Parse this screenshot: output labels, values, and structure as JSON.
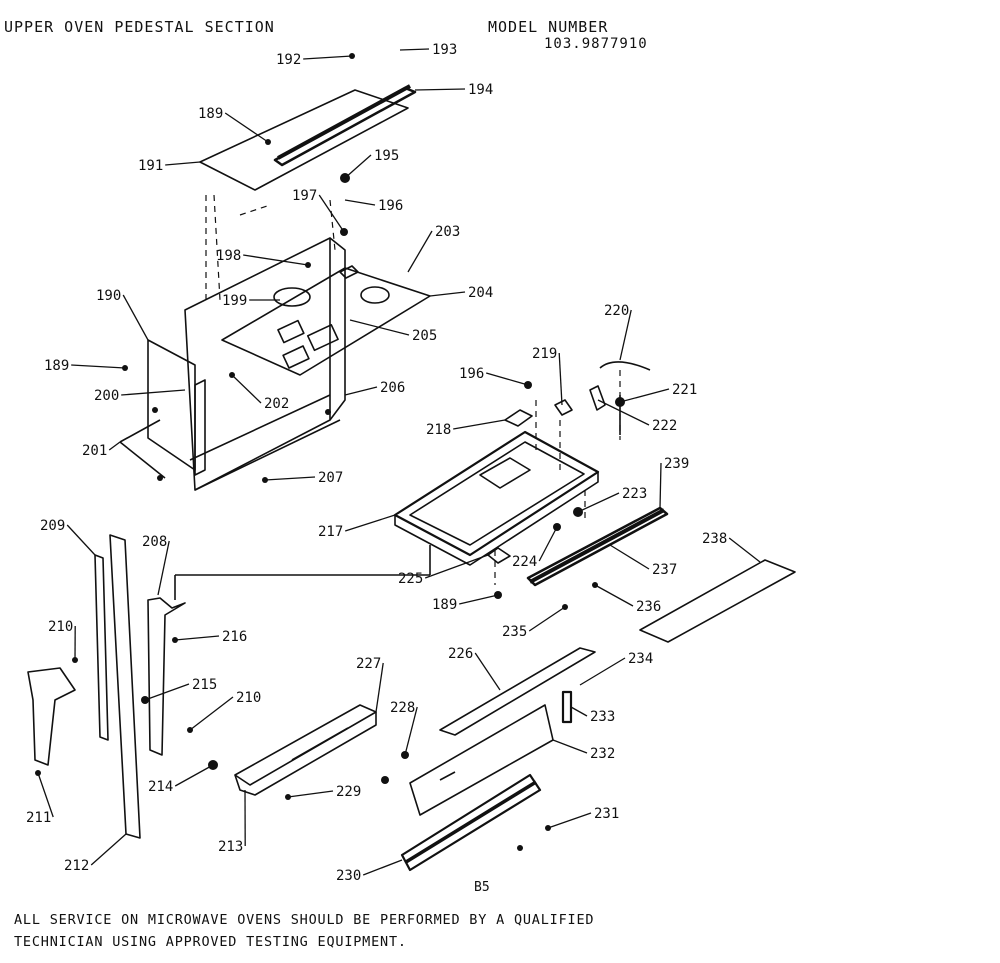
{
  "header": {
    "section_title": "UPPER OVEN PEDESTAL SECTION",
    "model_label": "MODEL NUMBER",
    "model_number": "103.9877910"
  },
  "page_code": "B5",
  "footer": {
    "line1": "ALL SERVICE ON MICROWAVE OVENS SHOULD BE PERFORMED BY A QUALIFIED",
    "line2": "TECHNICIAN USING APPROVED TESTING EQUIPMENT."
  },
  "part_labels": [
    "189",
    "190",
    "191",
    "192",
    "193",
    "194",
    "195",
    "196",
    "197",
    "198",
    "199",
    "200",
    "201",
    "202",
    "203",
    "204",
    "205",
    "206",
    "207",
    "208",
    "209",
    "210",
    "211",
    "212",
    "213",
    "214",
    "215",
    "216",
    "217",
    "218",
    "219",
    "220",
    "221",
    "222",
    "223",
    "224",
    "225",
    "226",
    "227",
    "228",
    "229",
    "230",
    "231",
    "232",
    "233",
    "234",
    "235",
    "236",
    "237",
    "238",
    "239"
  ],
  "colors": {
    "ink": "#111111",
    "paper": "#ffffff"
  }
}
